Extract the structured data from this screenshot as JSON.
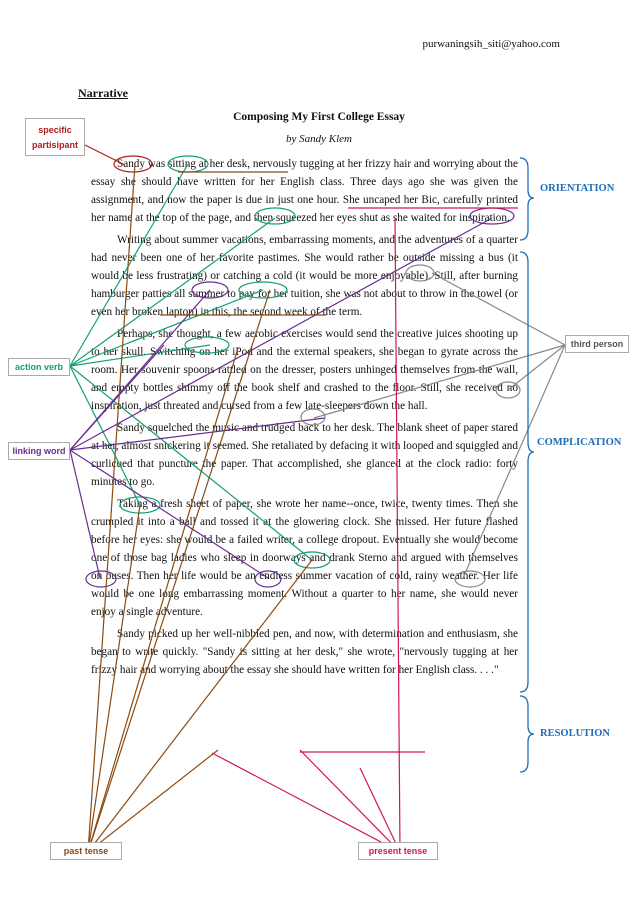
{
  "email": "purwaningsih_siti@yahoo.com",
  "heading": "Narrative",
  "title": "Composing My First College Essay",
  "byline": "by Sandy Klem",
  "paragraphs": [
    "Sandy was sitting at her desk, nervously tugging at her frizzy hair and worrying about the essay she should have written for her English class. Three days ago she was given the assignment, and now the paper is due in just one hour. She uncaped her Bic, carefully printed her name at the top of the page, and then squeezed her eyes shut as she waited for inspiration.",
    "Writing about summer vacations, embarrassing moments, and the adventures of a quarter had never been one of her favorite pastimes. She would rather be outside missing a bus (it would be less frustrating) or catching a cold (it would be more enjoyable). Still, after burning hamburger patties all summer to pay for her tuition, she was not about to throw in the towel (or even her broken laptop) in this, the second week of the term.",
    "Perhaps, she thought, a few aerobic exercises would send the creative juices shooting up to her skull. Switching on her iPod and the external speakers, she began to gyrate across the room. Her souvenir spoons rattled on the dresser, posters unhinged themselves from the wall, and empty bottles shimmy off the book shelf and crashed to the floor. Still, she received no inspiration, just threated and cursed from a few late-sleepers down the hall.",
    "Sandy squelched the music and trudged back to her desk. The blank sheet of paper stared at her, almost snickering it seemed. She retaliated by defacing it with looped and squiggled and curlicued that puncture the paper. That accomplished, she glanced at the clock radio: forty minutes to go.",
    "Taking a fresh sheet of paper, she wrote her name--once, twice, twenty times. Then she crumpled it into a ball and tossed it at the glowering clock. She missed. Her future flashed before her eyes: she would be a failed writer, a college dropout. Eventually she would become one of those bag ladies who sleep in doorways and drank Sterno and argued with themselves on buses. Then her life would be an endless summer vacation of cold, rainy weather. Her life would be one long embarrassing moment. Without a quarter to her name, she would never enjoy a single adventure.",
    "Sandy picked up her well-nibbled pen, and now, with determination and enthusiasm, she began to write quickly. \"Sandy is sitting at her desk,\" she wrote, \"nervously tugging at her frizzy hair and worrying about the essay she should have written for her English class. . . .\""
  ],
  "tags": {
    "specific": "specific partisipant",
    "action_verb": "action verb",
    "linking_word": "linking word",
    "third_person": "third person",
    "past_tense": "past tense",
    "present_tense": "present tense"
  },
  "sections": {
    "orientation": "ORIENTATION",
    "complication": "COMPLICATION",
    "resolution": "RESOLUTION"
  },
  "colors": {
    "red": "#b01d1d",
    "green": "#14a070",
    "purple": "#6a2d91",
    "gray": "#777777",
    "brown": "#8a4b14",
    "pink": "#d4145a",
    "blue": "#1e6bb8"
  }
}
